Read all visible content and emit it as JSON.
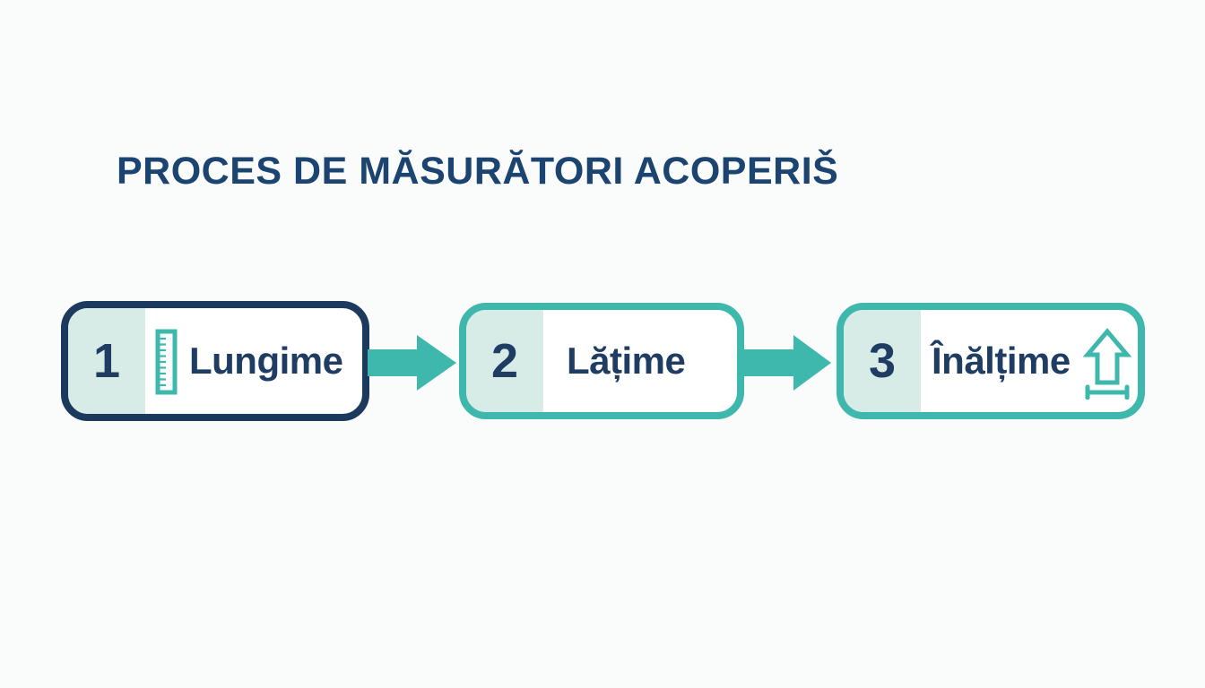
{
  "title": "PROCES DE MĂSURĂTORI ACOPERIŠ",
  "steps": [
    {
      "number": "1",
      "label": "Lungime",
      "icon": "ruler-icon"
    },
    {
      "number": "2",
      "label": "Lățime",
      "icon": ""
    },
    {
      "number": "3",
      "label": "Înălțime",
      "icon": "height-arrow-icon"
    }
  ],
  "connectors": [
    "arrow-right",
    "arrow-right"
  ],
  "colors": {
    "background": "#fafbfb",
    "title_navy": "#1c4470",
    "navy_border": "#1c3a5e",
    "navy_text": "#1f3d63",
    "teal": "#3eb8ad",
    "mint": "#d7ece7",
    "box_fill": "#ffffff"
  }
}
